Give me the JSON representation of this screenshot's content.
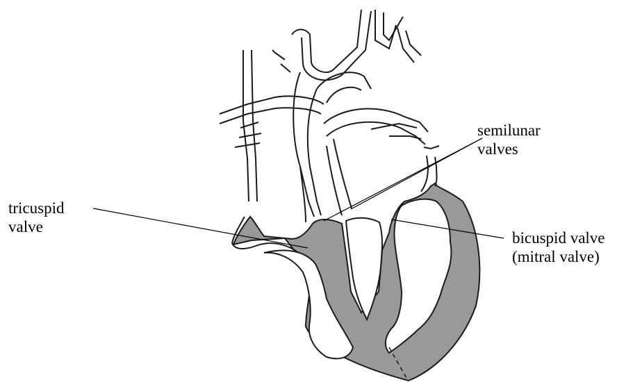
{
  "labels": {
    "semilunar": [
      "semilunar",
      "valves"
    ],
    "tricuspid": [
      "tricuspid",
      "valve"
    ],
    "bicuspid": [
      "bicuspid valve",
      "(mitral valve)"
    ]
  },
  "colors": {
    "muscle": "#999999",
    "outline": "#1a1a1a",
    "line": "#000000",
    "background": "#ffffff"
  }
}
